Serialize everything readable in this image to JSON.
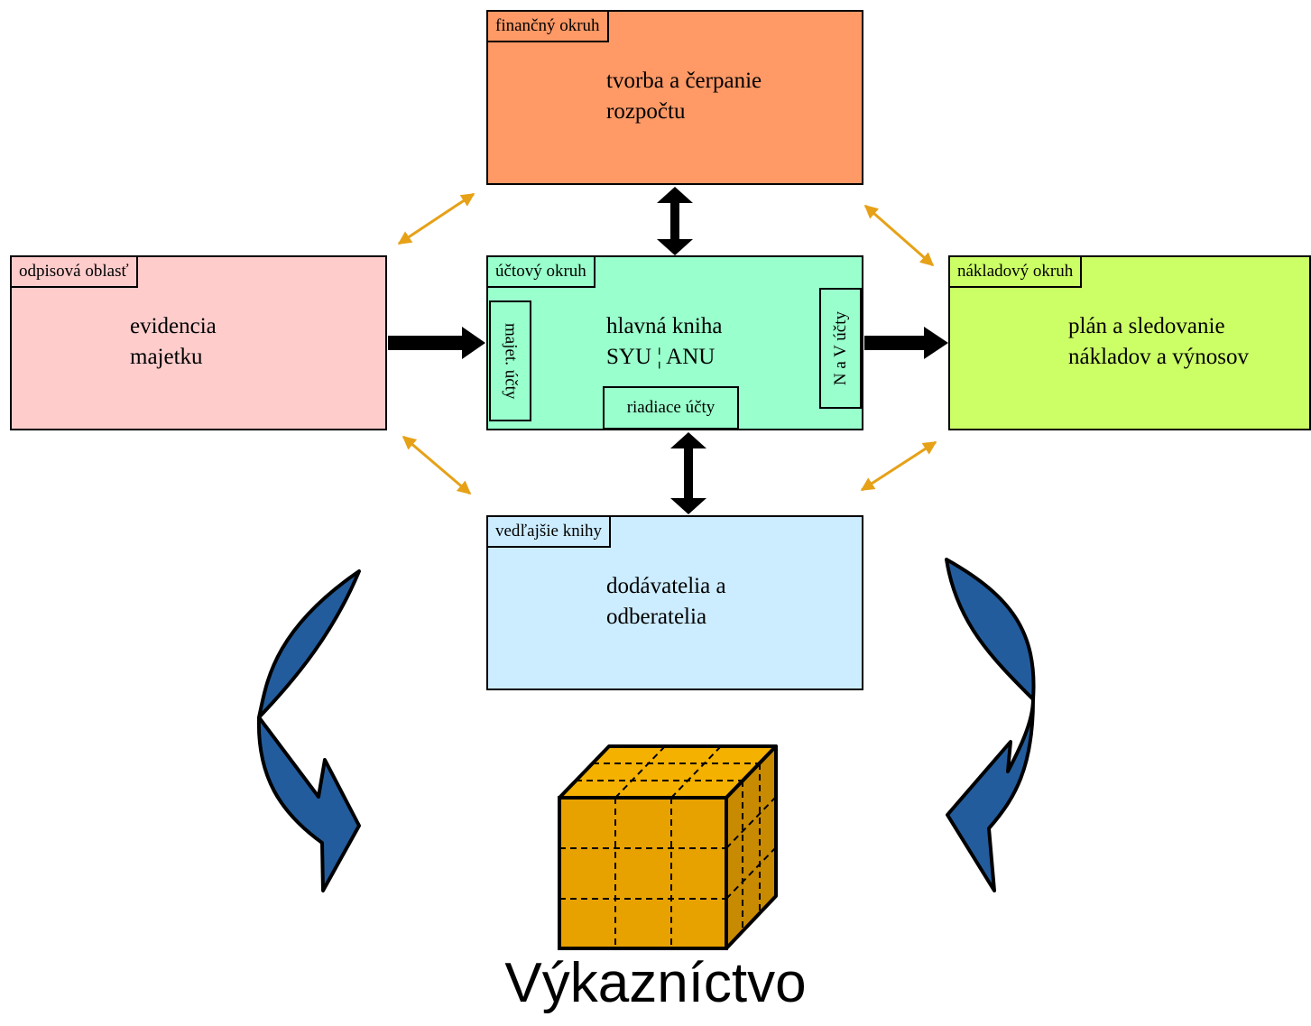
{
  "boxes": {
    "financial": {
      "tab": "finančný okruh",
      "lines": [
        "tvorba a čerpanie",
        "rozpočtu"
      ],
      "color": "#FF9966"
    },
    "depreciation": {
      "tab": "odpisová oblasť",
      "lines": [
        "evidencia",
        "majetku"
      ],
      "color": "#FFCCCC"
    },
    "accounting": {
      "tab": "účtový okruh",
      "lines": [
        "hlavná kniha",
        "SYU ¦ ANU"
      ],
      "color": "#99FFCC",
      "asset_accounts": "majet. účty",
      "cost_revenue_accounts": "N a V účty",
      "control_accounts": "riadiace účty"
    },
    "cost": {
      "tab": "nákladový okruh",
      "lines": [
        "plán a sledovanie",
        "nákladov a výnosov"
      ],
      "color": "#CCFF66"
    },
    "subledger": {
      "tab": "vedľajšie knihy",
      "lines": [
        "dodávatelia a",
        "odberatelia"
      ],
      "color": "#CCECFF"
    }
  },
  "colors": {
    "orange_arrow": "#E6A117",
    "blue_arrow": "#235C9C",
    "cube_front": "#E8A200",
    "cube_top": "#F5B100",
    "cube_side": "#C88A00"
  },
  "reporting": {
    "title": "Výkazníctvo"
  }
}
